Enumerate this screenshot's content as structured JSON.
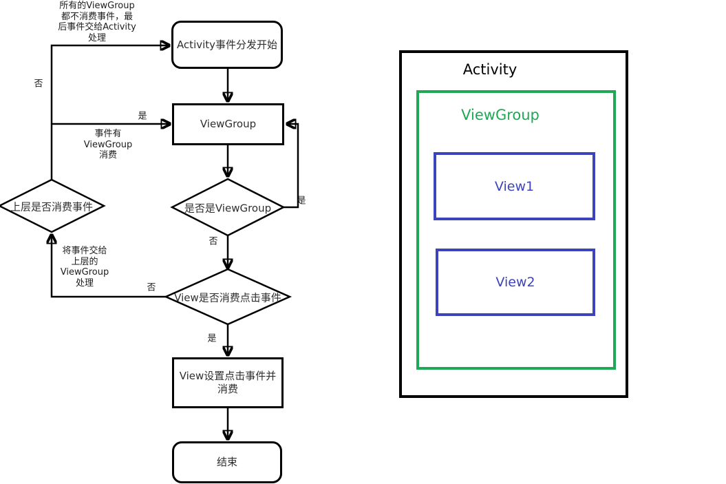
{
  "flowchart": {
    "annotation_top": "所有的ViewGroup\n都不消费事件，最\n后事件交给Activity\n处理",
    "nodes": {
      "start": "Activity事件分发开始",
      "viewgroup": "ViewGroup",
      "upper_consume_decision": "上层是否消费事件",
      "is_viewgroup_decision": "是否是ViewGroup",
      "view_consume_decision": "View是否消费点击事件",
      "view_set_click": "View设置点击事件并消费",
      "end": "结束"
    },
    "edge_labels": {
      "no_top": "否",
      "yes_to_viewgroup": "是",
      "consume_note": "事件有\nViewGroup\n消费",
      "handover_note": "将事件交给\n上层的\nViewGroup\n处理",
      "yes_loop": "是",
      "no_down_right": "否",
      "no_left_bottom": "否",
      "yes_down_bottom": "是"
    }
  },
  "hierarchy": {
    "activity_label": "Activity",
    "viewgroup_label": "ViewGroup",
    "view1_label": "View1",
    "view2_label": "View2"
  },
  "colors": {
    "line": "#000000",
    "green": "#1fa855",
    "blue": "#3c43bb"
  }
}
